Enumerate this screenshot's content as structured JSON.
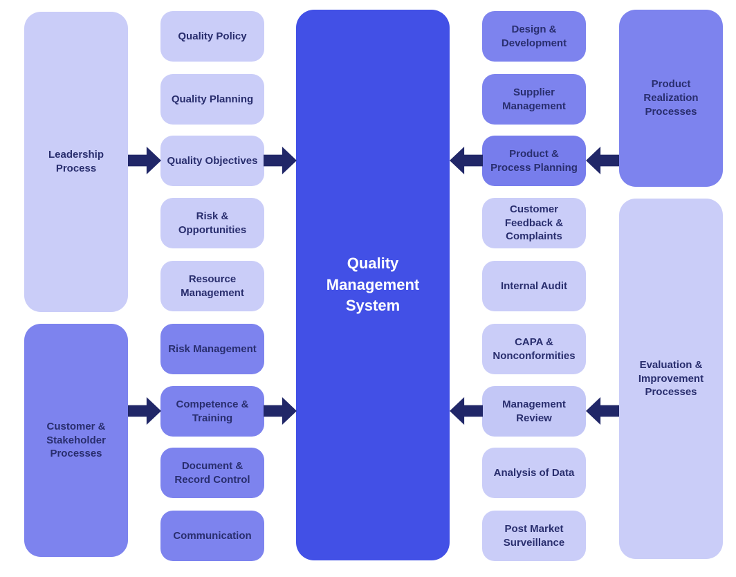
{
  "diagram_title": "Quality Management System",
  "colors": {
    "light_box": "#cacdf8",
    "light_box_connected": "#c3c7f6",
    "medium_box": "#7d83ee",
    "medium_box_connected": "#777dec",
    "center_box": "#4250e6",
    "arrow": "#212768",
    "text": "#292e6e",
    "center_text": "#ffffff",
    "background": "#ffffff"
  },
  "center": {
    "label": "Quality Management System"
  },
  "columns": {
    "far_left": {
      "leadership": {
        "label": "Leadership Process"
      },
      "customer": {
        "label": "Customer & Stakeholder Processes"
      }
    },
    "left_inner": {
      "boxes": [
        {
          "label": "Quality Policy"
        },
        {
          "label": "Quality Planning"
        },
        {
          "label": "Quality Objectives"
        },
        {
          "label": "Risk & Opportunities"
        },
        {
          "label": "Resource Management"
        },
        {
          "label": "Risk Management"
        },
        {
          "label": "Competence & Training"
        },
        {
          "label": "Document & Record Control"
        },
        {
          "label": "Communication"
        }
      ]
    },
    "right_inner": {
      "boxes": [
        {
          "label": "Design & Development"
        },
        {
          "label": "Supplier Management"
        },
        {
          "label": "Product & Process Planning"
        },
        {
          "label": "Customer Feedback & Complaints"
        },
        {
          "label": "Internal Audit"
        },
        {
          "label": "CAPA & Nonconformities"
        },
        {
          "label": "Management Review"
        },
        {
          "label": "Analysis of Data"
        },
        {
          "label": "Post Market Surveillance"
        }
      ]
    },
    "far_right": {
      "product_realization": {
        "label": "Product Realization Processes"
      },
      "evaluation": {
        "label": "Evaluation & Improvement Processes"
      }
    }
  },
  "arrows": [
    {
      "from": "Leadership Process",
      "to": "Quality Objectives",
      "direction": "right"
    },
    {
      "from": "Quality Objectives",
      "to": "Quality Management System",
      "direction": "right"
    },
    {
      "from": "Customer & Stakeholder Processes",
      "to": "Competence & Training",
      "direction": "right"
    },
    {
      "from": "Competence & Training",
      "to": "Quality Management System",
      "direction": "right"
    },
    {
      "from": "Product Realization Processes",
      "to": "Product & Process Planning",
      "direction": "left"
    },
    {
      "from": "Product & Process Planning",
      "to": "Quality Management System",
      "direction": "left"
    },
    {
      "from": "Evaluation & Improvement Processes",
      "to": "Management Review",
      "direction": "left"
    },
    {
      "from": "Management Review",
      "to": "Quality Management System",
      "direction": "left"
    }
  ]
}
